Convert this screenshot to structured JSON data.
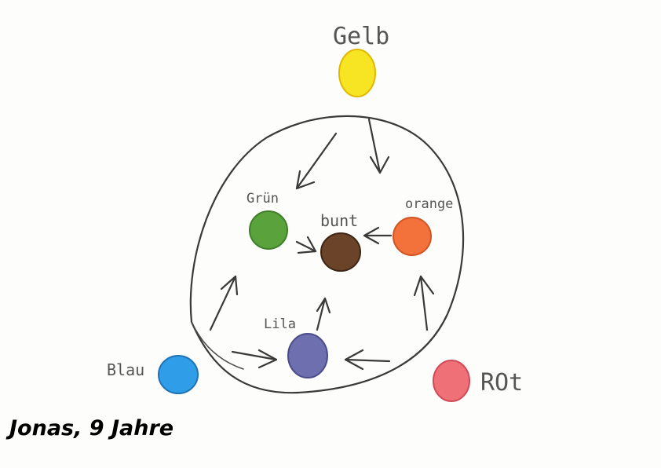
{
  "colors": {
    "gelb": "#f7e524",
    "gruen": "#5aa33c",
    "bunt": "#6b4328",
    "orange": "#f3713b",
    "lila": "#6d6fae",
    "blau": "#2f9de8",
    "rot": "#f07078"
  },
  "labels": {
    "gelb": "Gelb",
    "gruen": "Grün",
    "bunt": "bunt",
    "orange": "orange",
    "lila": "Lila",
    "blau": "Blau",
    "rot": "ROt"
  },
  "caption": "Jonas, 9 Jahre"
}
